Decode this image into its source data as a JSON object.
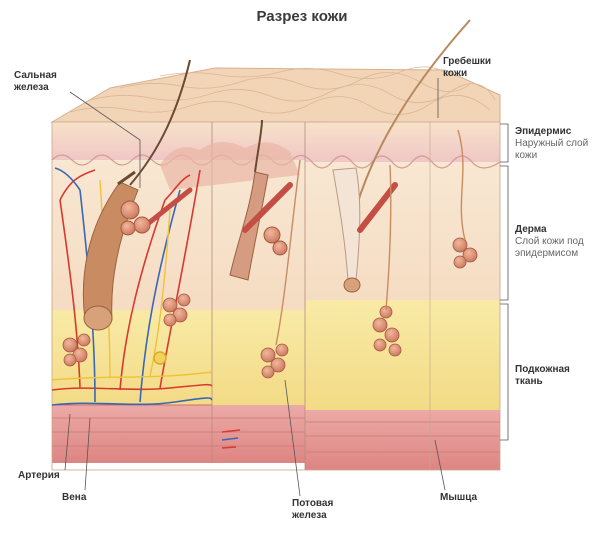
{
  "title": "Разрез кожи",
  "labels": {
    "sebaceous_gland": [
      "Сальная",
      "железа"
    ],
    "skin_ridges": [
      "Гребешки",
      "кожи"
    ],
    "epidermis": {
      "name": "Эпидермис",
      "desc": [
        "Наружный слой",
        "кожи"
      ]
    },
    "dermis": {
      "name": "Дерма",
      "desc": [
        "Слой кожи под",
        "эпидермисом"
      ]
    },
    "subcutaneous": [
      "Подкожная",
      "ткань"
    ],
    "artery": "Артерия",
    "vein": "Вена",
    "sweat_gland": [
      "Потовая",
      "железа"
    ],
    "muscle": "Мышца"
  },
  "colors": {
    "epidermis": "#f1c9c8",
    "epidermis_top": "#f4d8c0",
    "dermis": "#f6dfc6",
    "subcutaneous": "#f7e59a",
    "muscle": "#e69c9a",
    "artery": "#d9382f",
    "vein": "#3a67b5",
    "nerve": "#f0c23a",
    "hair": "#b8895e",
    "gland": "#d98b70"
  }
}
